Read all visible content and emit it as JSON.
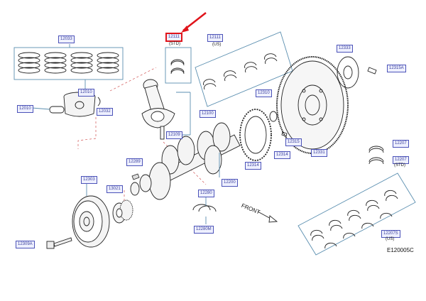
{
  "diagram": {
    "figure_code": "E120005C",
    "direction_label": "FRONT",
    "callouts": {
      "piston_rings": "12033",
      "piston_assy": "12010",
      "piston_pin": "12010",
      "snap_ring": "12032",
      "rod_bearing_std": "12111",
      "rod_bearing_us": "12111",
      "conrod_assy": "12100",
      "conrod_bolt": "12109",
      "pilot_bush": "12310",
      "ring_gear_bolt": "12315",
      "ring_gear_plate": "12314",
      "signal_plate": "12314",
      "flywheel": "12331",
      "reinforce_plate": "12333",
      "flywheel_bolt": "12315A",
      "crankshaft": "12200",
      "key": "12289",
      "pulley": "12303",
      "sprocket": "13021",
      "pulley_bolt": "12309A",
      "thrust_bearing_1": "12280",
      "thrust_bearing_2": "12280M",
      "main_bearing_std_1": "12207",
      "main_bearing_std_2": "12207",
      "main_bearing_us": "12207S"
    },
    "notes": {
      "std": "(STD)",
      "us": "(US)"
    }
  }
}
